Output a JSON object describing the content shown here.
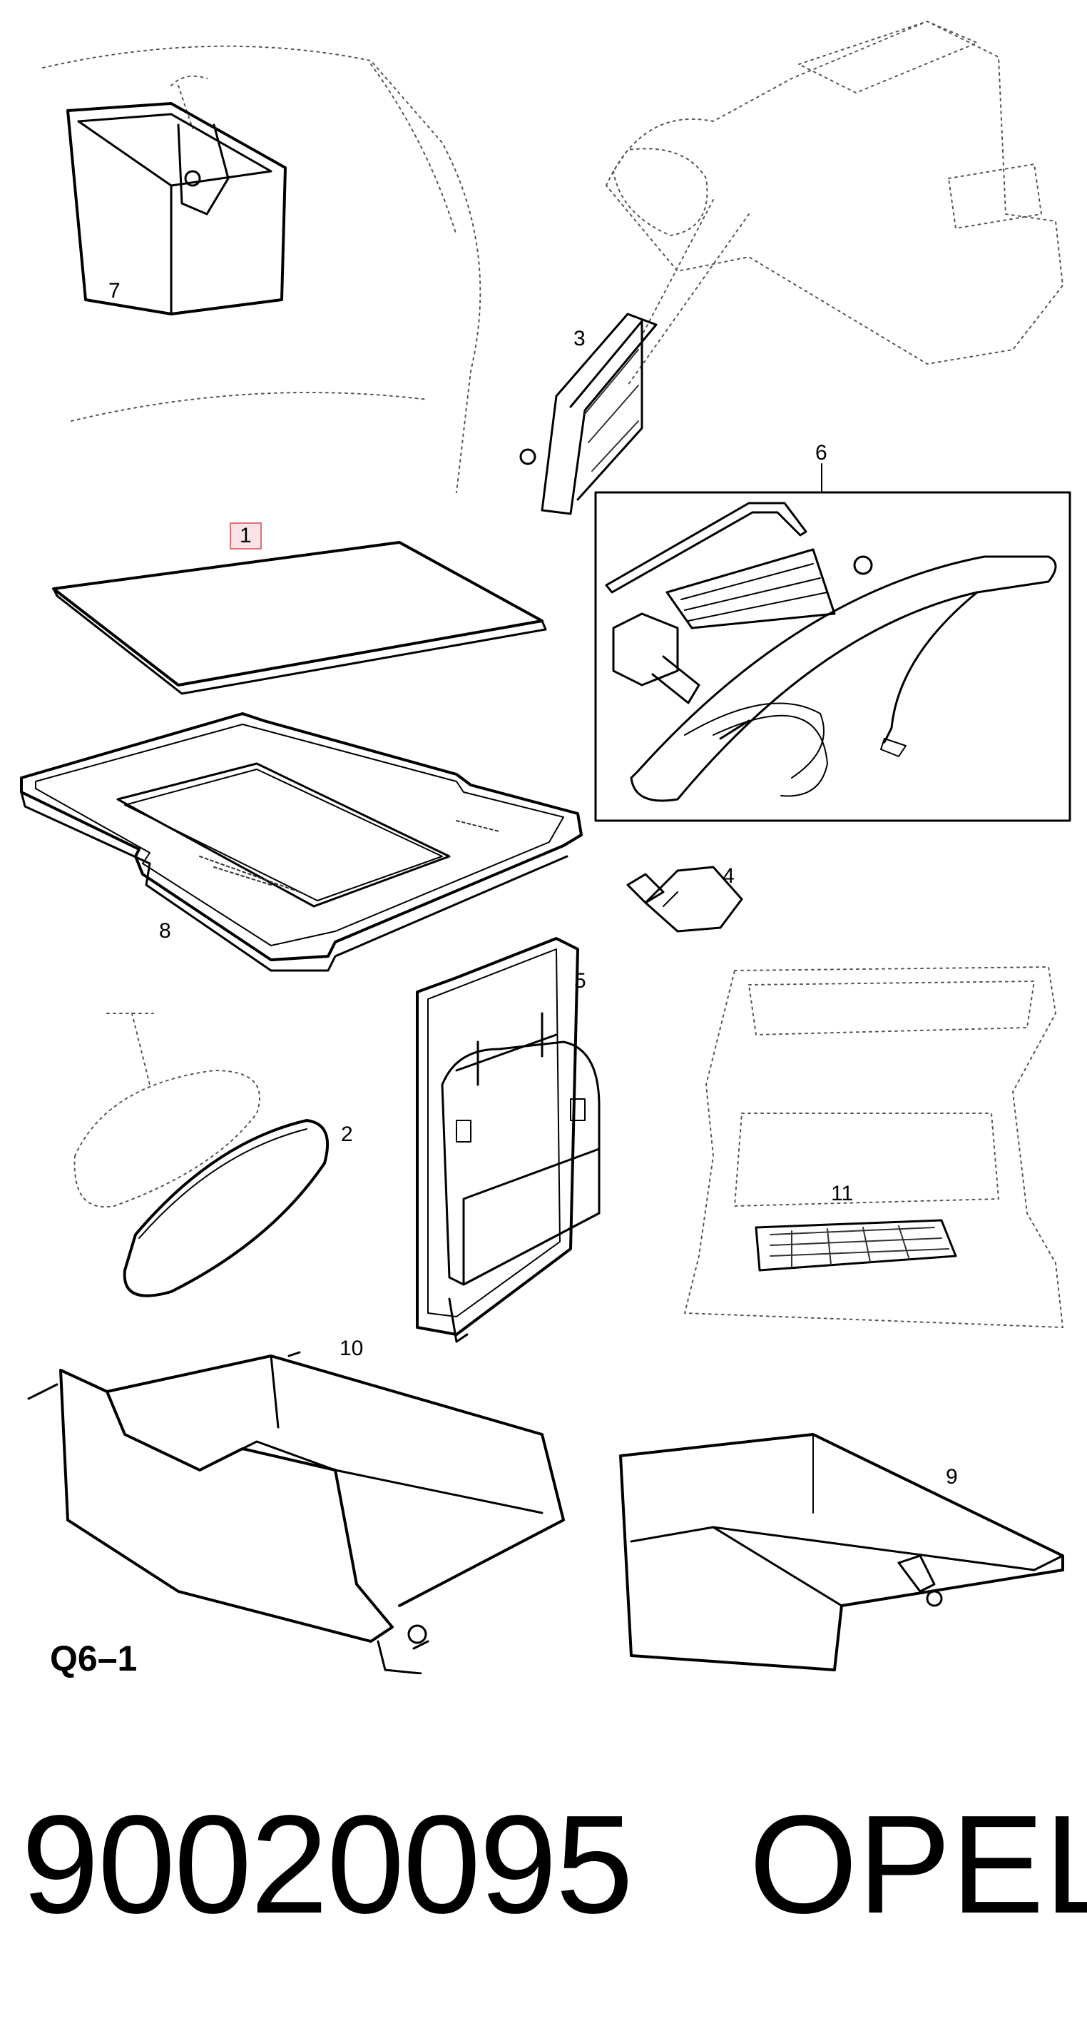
{
  "callouts": {
    "c1": "1",
    "c2": "2",
    "c3": "3",
    "c4": "4",
    "c5": "5",
    "c6": "6",
    "c7": "7",
    "c8": "8",
    "c9": "9",
    "c10": "10",
    "c11": "11"
  },
  "diagram_code": "Q6–1",
  "footer": {
    "part_number": "90020095",
    "brand": "OPEL"
  },
  "colors": {
    "line": "#000000",
    "dotted": "#555555",
    "highlight_border": "#e0707a",
    "highlight_fill": "#fbe3e6"
  }
}
